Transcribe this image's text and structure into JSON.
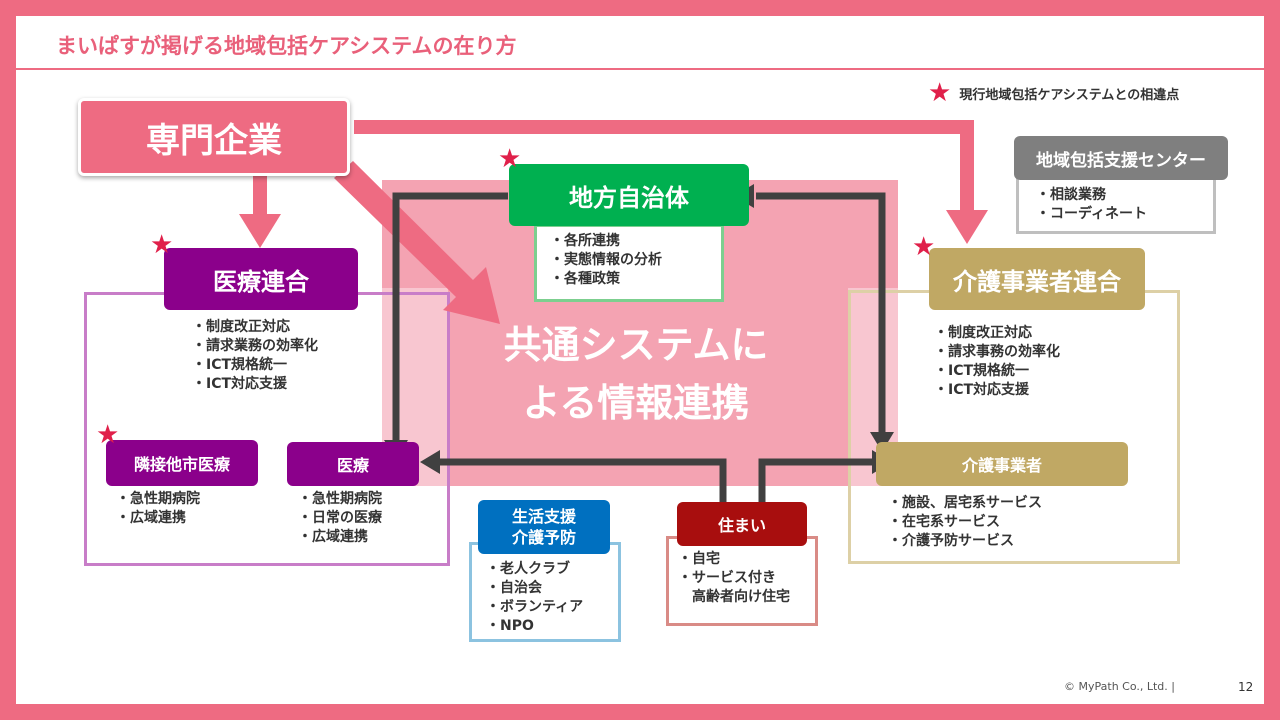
{
  "title": "まいぱすが掲げる地域包括ケアシステムの在り方",
  "legend": {
    "icon": "star-icon",
    "text": "現行地域包括ケアシステムとの相違点"
  },
  "central": {
    "line1": "共通システムに",
    "line2": "よる情報連携"
  },
  "senmon": {
    "label": "専門企業"
  },
  "chiho": {
    "label": "地方自治体",
    "items": [
      "・各所連携",
      "・実態情報の分析",
      "・各種政策"
    ]
  },
  "center": {
    "label": "地域包括支援センター",
    "items": [
      "・相談業務",
      "・コーディネート"
    ]
  },
  "iryo_renkei": {
    "label": "医療連合",
    "items": [
      "・制度改正対応",
      "・請求業務の効率化",
      "・ICT規格統一",
      "・ICT対応支援"
    ]
  },
  "kaigo_renkei": {
    "label": "介護事業者連合",
    "items": [
      "・制度改正対応",
      "・請求事務の効率化",
      "・ICT規格統一",
      "・ICT対応支援"
    ]
  },
  "ringsetsu": {
    "label": "隣接他市医療",
    "items": [
      "・急性期病院",
      "・広域連携"
    ]
  },
  "iryo": {
    "label": "医療",
    "items": [
      "・急性期病院",
      "・日常の医療",
      "・広域連携"
    ]
  },
  "kaigo": {
    "label": "介護事業者",
    "items": [
      "・施設、居宅系サービス",
      "・在宅系サービス",
      "・介護予防サービス"
    ]
  },
  "seikatsu": {
    "line1": "生活支援",
    "line2": "介護予防",
    "items": [
      "・老人クラブ",
      "・自治会",
      "・ボランティア",
      "・NPO"
    ]
  },
  "sumai": {
    "label": "住まい",
    "items": [
      "・自宅",
      "・サービス付き",
      "　高齢者向け住宅"
    ]
  },
  "footer": {
    "copyright": "© MyPath Co., Ltd. |",
    "page": "12"
  },
  "colors": {
    "frame": "#ee6b82",
    "senmon": "#ee6b82",
    "chiho": "#00b050",
    "center": "#7f7f7f",
    "iryo": "#8b008b",
    "kaigo": "#c0a864",
    "seikatsu": "#0070c0",
    "sumai": "#a80e0e",
    "star": "#e0204a"
  }
}
